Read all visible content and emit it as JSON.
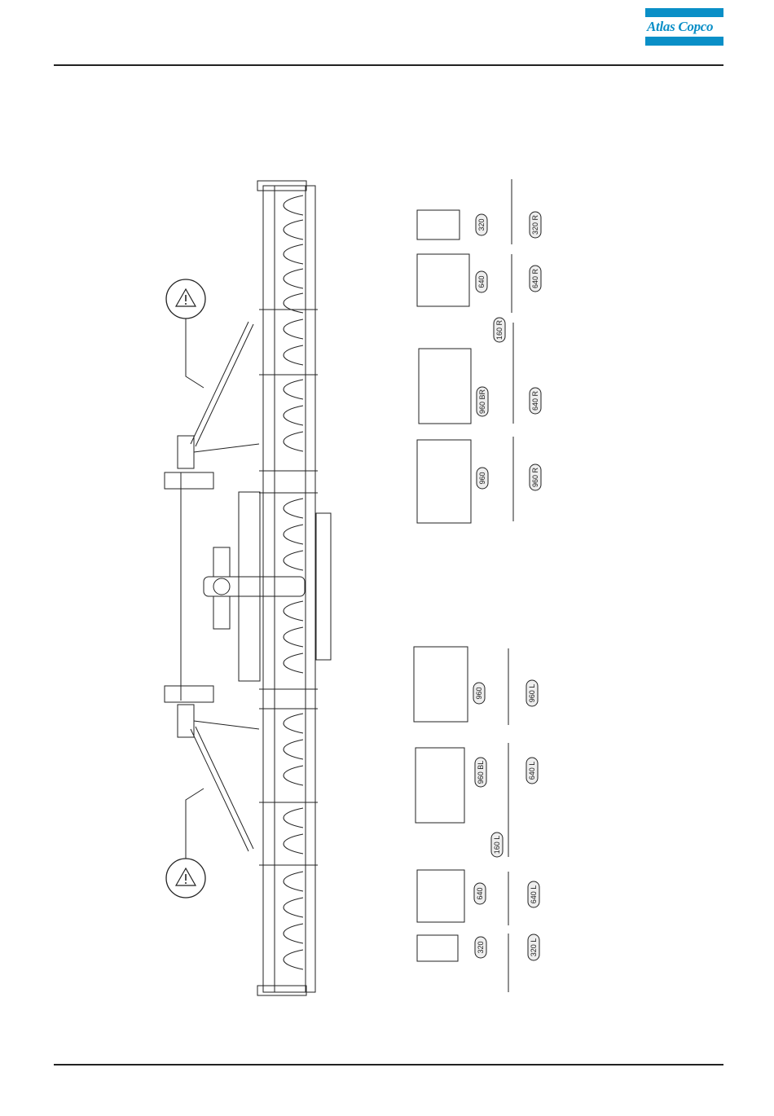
{
  "header": {
    "brand_line1": "Atlas Copco",
    "brand_color": "#0a8fc7"
  },
  "drawing": {
    "icons": [
      "warning-icon",
      "warning-icon"
    ],
    "labels_right": [
      "320",
      "320 R",
      "640",
      "640 R",
      "160 R",
      "960 BR",
      "640 R",
      "960",
      "960 R"
    ],
    "labels_left": [
      "960",
      "960 L",
      "960 BL",
      "640 L",
      "160 L",
      "640",
      "640 L",
      "320",
      "320 L"
    ]
  }
}
